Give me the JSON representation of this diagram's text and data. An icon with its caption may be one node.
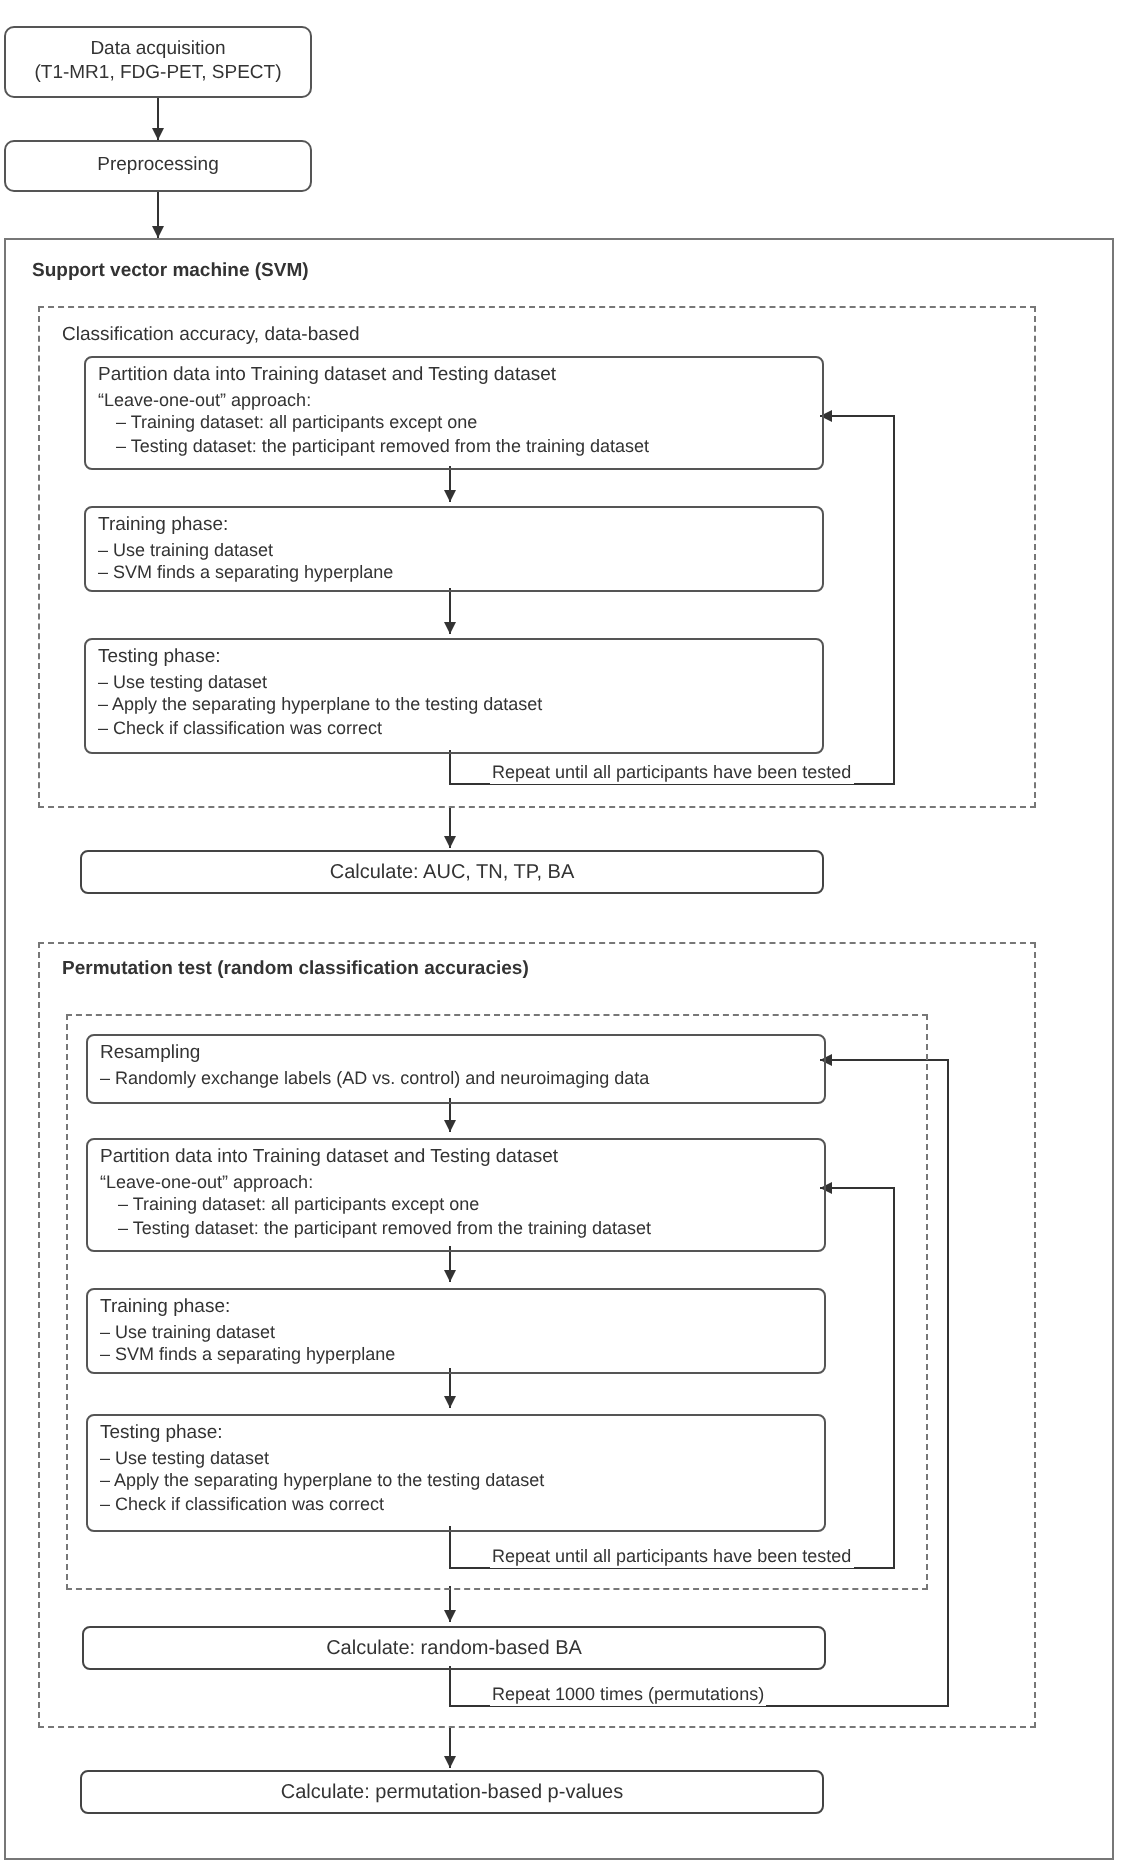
{
  "diagram": {
    "nodes": [
      {
        "text": [
          "Data acquisition",
          "(T1-MR1, FDG-PET, SPECT)"
        ]
      },
      {
        "text": [
          "Preprocessing"
        ]
      },
      {
        "text": [
          "Support vector machine (SVM)"
        ]
      },
      {
        "text": [
          "Classification accuracy, data-based"
        ],
        "in": 2
      },
      {
        "text": [
          "Partition data into Training dataset and Testing dataset",
          "“Leave-one-out” approach:",
          "– Training dataset: all participants except one",
          "– Testing dataset: the participant removed from the training dataset"
        ],
        "in": 3
      },
      {
        "text": [
          "Training phase:",
          "– Use training dataset",
          "– SVM finds a separating hyperplane"
        ],
        "in": 3
      },
      {
        "text": [
          "Testing phase:",
          "– Use testing dataset",
          "– Apply the separating hyperplane to the testing dataset",
          "– Check if classification was correct"
        ],
        "in": 3
      },
      {
        "text": [
          "Calculate: AUC, TN, TP, BA"
        ],
        "in": 2
      },
      {
        "text": [
          "Permutation test (random classification accuracies)"
        ],
        "in": 2
      },
      {
        "text": [],
        "shape": "box",
        "in": 8
      },
      {
        "text": [
          "Resampling",
          "– Randomly exchange labels (AD vs. control) and neuroimaging data"
        ],
        "in": 9
      },
      {
        "text": [
          "Partition data into Training dataset and Testing dataset",
          "“Leave-one-out” approach:",
          "– Training dataset: all participants except one",
          "– Testing dataset: the participant removed from the training dataset"
        ],
        "in": 9
      },
      {
        "text": [
          "Training phase:",
          "– Use training dataset",
          "– SVM finds a separating hyperplane"
        ],
        "in": 9
      },
      {
        "text": [
          "Testing phase:",
          "– Use testing dataset",
          "– Apply the separating hyperplane to the testing dataset",
          "– Check if classification was correct"
        ],
        "in": 9
      },
      {
        "text": [
          "Calculate: random-based BA"
        ],
        "in": 8
      },
      {
        "text": [
          "Calculate: permutation-based p-values"
        ],
        "in": 2
      }
    ],
    "edges": [
      {
        "from": 0,
        "to": 1,
        "arrow": "to"
      },
      {
        "from": 1,
        "to": 2,
        "arrow": "to"
      },
      {
        "from": 4,
        "to": 5,
        "arrow": "to"
      },
      {
        "from": 5,
        "to": 6,
        "arrow": "to"
      },
      {
        "from": 6,
        "to": 4,
        "arrow": "to",
        "label": "Repeat until all participants have been tested"
      },
      {
        "from": 3,
        "to": 7,
        "arrow": "to"
      },
      {
        "from": 10,
        "to": 11,
        "arrow": "to"
      },
      {
        "from": 11,
        "to": 12,
        "arrow": "to"
      },
      {
        "from": 12,
        "to": 13,
        "arrow": "to"
      },
      {
        "from": 13,
        "to": 11,
        "arrow": "to",
        "label": "Repeat until all participants have been tested"
      },
      {
        "from": 9,
        "to": 14,
        "arrow": "to"
      },
      {
        "from": 14,
        "to": 10,
        "arrow": "to",
        "label": "Repeat 1000 times (permutations)"
      },
      {
        "from": 8,
        "to": 15,
        "arrow": "to"
      }
    ]
  }
}
